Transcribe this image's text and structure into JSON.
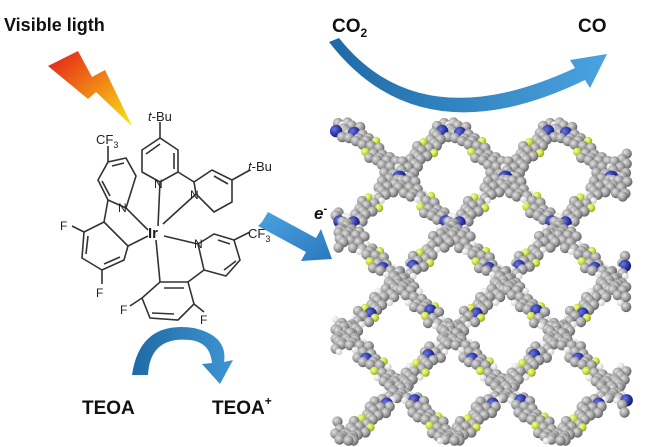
{
  "labels": {
    "visible_light": "Visible ligth",
    "co2_main": "CO",
    "co2_sub": "2",
    "co": "CO",
    "electron_main": "e",
    "electron_sup": "-",
    "teoa": "TEOA",
    "teoa_plus_main": "TEOA",
    "teoa_plus_sup": "+"
  },
  "molecule": {
    "metal": "Ir",
    "tbu_prefix": "t",
    "tbu_suffix": "-Bu",
    "cf3_main": "CF",
    "cf3_sub": "3",
    "nitrogen": "N",
    "fluorine": "F"
  },
  "colors": {
    "arrow_dark": "#1f6aa6",
    "arrow_light": "#4aa3df",
    "bolt_red": "#e41b1b",
    "bolt_yellow": "#f7e41a",
    "framework_carbon": "#8e8e8e",
    "framework_nitrogen": "#2b35a8",
    "framework_accent": "#c8dc3a"
  },
  "icons": {
    "light": "lightning-bolt-icon",
    "framework": "metal-organic-framework-lattice"
  }
}
